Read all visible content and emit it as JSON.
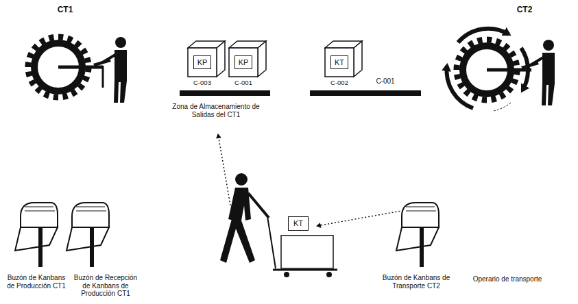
{
  "diagram": {
    "nodes": [
      {
        "text": [
          "KP",
          "C-003"
        ]
      },
      {
        "text": [
          "KP",
          "C-001"
        ]
      },
      {
        "text": [
          "KT",
          "C-002"
        ]
      },
      {
        "text": [
          "KT"
        ]
      }
    ],
    "labels": [
      "CT1",
      "CT2",
      "C-001",
      "Zona de Almacenamiento de Salidas del CT1",
      "Buzón de Kanbans de Producción CT1",
      "Buzón de Recepción de Kanbans de Producción CT1",
      "Buzón de Kanbans de Transporte CT2",
      "Operario de transporte"
    ]
  }
}
